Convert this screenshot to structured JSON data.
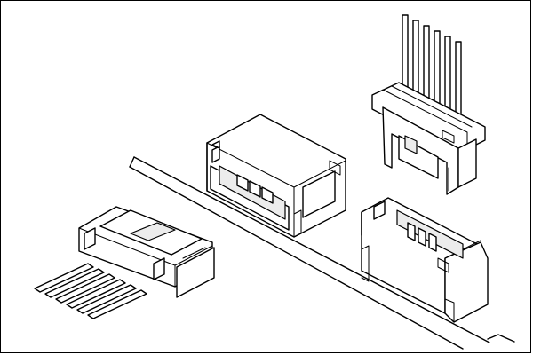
{
  "figure": {
    "subject": "connector-assembly-illustration",
    "components": [
      {
        "name": "board-plane"
      },
      {
        "name": "cable-plug-6-pin"
      },
      {
        "name": "pcb-receptacle-angled"
      },
      {
        "name": "pcb-header-vertical-6-pin"
      },
      {
        "name": "pcb-receptacle-vertical"
      }
    ],
    "colors": {
      "line": "#000000",
      "fill": "#ffffff",
      "shade": "#ececec"
    }
  }
}
